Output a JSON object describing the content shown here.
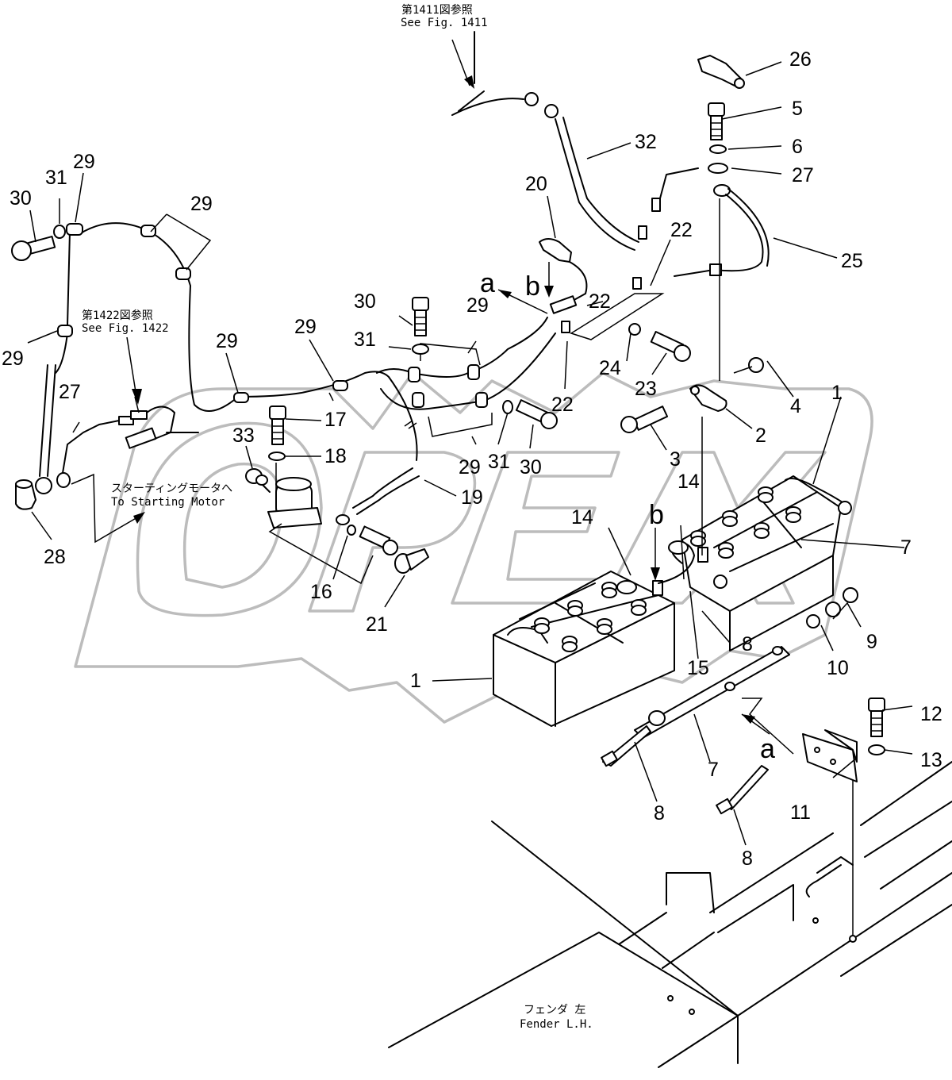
{
  "diagram": {
    "title": "Battery and battery cable installation",
    "watermark": "OPEX",
    "references": [
      {
        "id": "fig1411",
        "jp": "第1411図参照",
        "en": "See Fig. 1411"
      },
      {
        "id": "fig1422",
        "jp": "第1422図参照",
        "en": "See Fig. 1422"
      }
    ],
    "notes": {
      "starting_motor_jp": "スターティングモータへ",
      "starting_motor_en": "To Starting Motor",
      "fender_jp": "フェンダ 左",
      "fender_en": "Fender L.H."
    },
    "view_letters": [
      "a",
      "b"
    ],
    "callouts": [
      {
        "num": "1"
      },
      {
        "num": "1"
      },
      {
        "num": "2"
      },
      {
        "num": "3"
      },
      {
        "num": "4"
      },
      {
        "num": "5"
      },
      {
        "num": "6"
      },
      {
        "num": "7"
      },
      {
        "num": "7"
      },
      {
        "num": "8"
      },
      {
        "num": "8"
      },
      {
        "num": "8"
      },
      {
        "num": "9"
      },
      {
        "num": "10"
      },
      {
        "num": "11"
      },
      {
        "num": "12"
      },
      {
        "num": "13"
      },
      {
        "num": "14"
      },
      {
        "num": "14"
      },
      {
        "num": "15"
      },
      {
        "num": "16"
      },
      {
        "num": "17"
      },
      {
        "num": "18"
      },
      {
        "num": "19"
      },
      {
        "num": "20"
      },
      {
        "num": "21"
      },
      {
        "num": "22"
      },
      {
        "num": "22"
      },
      {
        "num": "22"
      },
      {
        "num": "23"
      },
      {
        "num": "24"
      },
      {
        "num": "25"
      },
      {
        "num": "26"
      },
      {
        "num": "27"
      },
      {
        "num": "27"
      },
      {
        "num": "28"
      },
      {
        "num": "29"
      },
      {
        "num": "29"
      },
      {
        "num": "29"
      },
      {
        "num": "29"
      },
      {
        "num": "29"
      },
      {
        "num": "29"
      },
      {
        "num": "29"
      },
      {
        "num": "30"
      },
      {
        "num": "30"
      },
      {
        "num": "30"
      },
      {
        "num": "31"
      },
      {
        "num": "31"
      },
      {
        "num": "31"
      },
      {
        "num": "32"
      },
      {
        "num": "33"
      }
    ],
    "colors": {
      "line": "#000000",
      "watermark": "#bcbcbc",
      "background": "#ffffff"
    }
  }
}
